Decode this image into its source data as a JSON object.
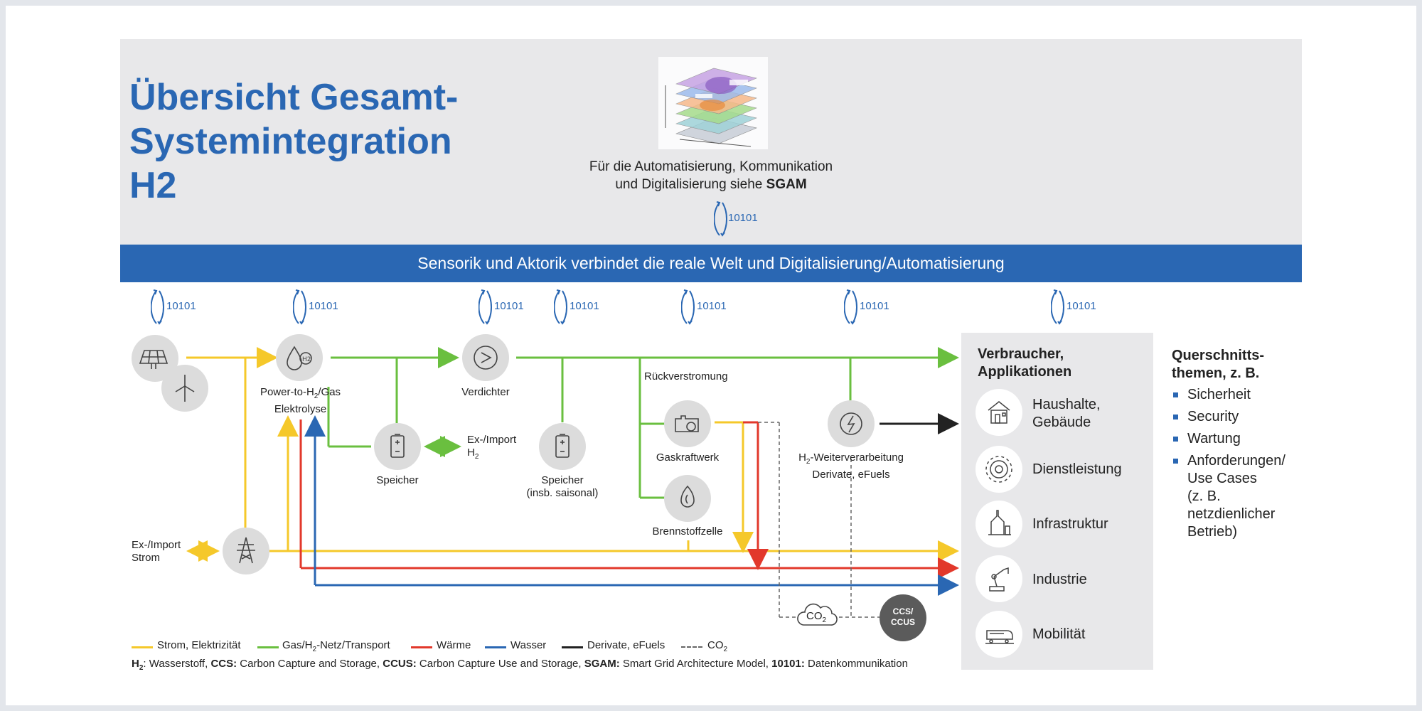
{
  "title": {
    "line1": "Übersicht Gesamt-",
    "line2": "Systemintegration",
    "line3": "H2"
  },
  "sgam": {
    "line1": "Für die Automatisierung, Kommunikation",
    "line2_prefix": "und Digitalisierung siehe ",
    "line2_bold": "SGAM"
  },
  "banner": "Sensorik und Aktorik verbindet die reale Welt und Digitalisierung/Automatisierung",
  "data_code": "10101",
  "nodes": {
    "p2g": {
      "line1_prefix": "Power-to-H",
      "sub": "2",
      "line1_suffix": "/Gas",
      "line2": "Elektrolyse"
    },
    "verdichter": "Verdichter",
    "speicher": "Speicher",
    "exImportH2": {
      "line1": "Ex-/Import",
      "line2": "H",
      "sub": "2"
    },
    "speicherSaisonal": {
      "line1": "Speicher",
      "line2": "(insb. saisonal)"
    },
    "rueckverstromung": "Rückverstromung",
    "gaskraftwerk": "Gaskraftwerk",
    "brennstoffzelle": "Brennstoffzelle",
    "weiterverarbeitung": {
      "line1_prefix": "H",
      "sub": "2",
      "line1_suffix": "-Weiterverarbeitung",
      "line2": "Derivate, eFuels"
    },
    "exImportStrom": {
      "line1": "Ex-/Import",
      "line2": "Strom"
    },
    "ccs": {
      "line1": "CCS/",
      "line2": "CCUS"
    },
    "co2": {
      "text": "CO",
      "sub": "2"
    }
  },
  "consumers": {
    "title_line1": "Verbraucher,",
    "title_line2": "Applikationen",
    "items": [
      {
        "line1": "Haushalte,",
        "line2": "Gebäude"
      },
      {
        "line1": "Dienstleistung",
        "line2": ""
      },
      {
        "line1": "Infrastruktur",
        "line2": ""
      },
      {
        "line1": "Industrie",
        "line2": ""
      },
      {
        "line1": "Mobilität",
        "line2": ""
      }
    ]
  },
  "querschnitt": {
    "title_line1": "Querschnitts-",
    "title_line2": "themen, z. B.",
    "items": [
      "Sicherheit",
      "Security",
      "Wartung"
    ],
    "last": [
      "Anforderungen/",
      "Use Cases",
      "(z. B.",
      "netzdienlicher",
      "Betrieb)"
    ]
  },
  "legend": [
    {
      "label": "Strom, Elektrizität",
      "color": "#f5c82a",
      "dashed": false
    },
    {
      "label_prefix": "Gas/H",
      "sub": "2",
      "label_suffix": "-Netz/Transport",
      "color": "#6abf3f",
      "dashed": false
    },
    {
      "label": "Wärme",
      "color": "#e2382b",
      "dashed": false
    },
    {
      "label": "Wasser",
      "color": "#2a67b3",
      "dashed": false
    },
    {
      "label": "Derivate, eFuels",
      "color": "#222222",
      "dashed": false
    },
    {
      "label_prefix": "CO",
      "sub": "2",
      "label_suffix": "",
      "color": "#666666",
      "dashed": true
    }
  ],
  "abbreviations": [
    {
      "key": "H",
      "sub": "2",
      "text": ": Wasserstoff, "
    },
    {
      "key": "CCS:",
      "text": " Carbon Capture and Storage, "
    },
    {
      "key": "CCUS:",
      "text": " Carbon Capture Use and Storage, "
    },
    {
      "key": "SGAM:",
      "text": " Smart Grid Architecture Model, "
    },
    {
      "key": "10101:",
      "text": " Datenkommunikation"
    }
  ],
  "colors": {
    "strom": "#f5c82a",
    "gas": "#6abf3f",
    "waerme": "#e2382b",
    "wasser": "#2a67b3",
    "derivate": "#222222",
    "co2": "#666666",
    "accent": "#2a67b3"
  }
}
